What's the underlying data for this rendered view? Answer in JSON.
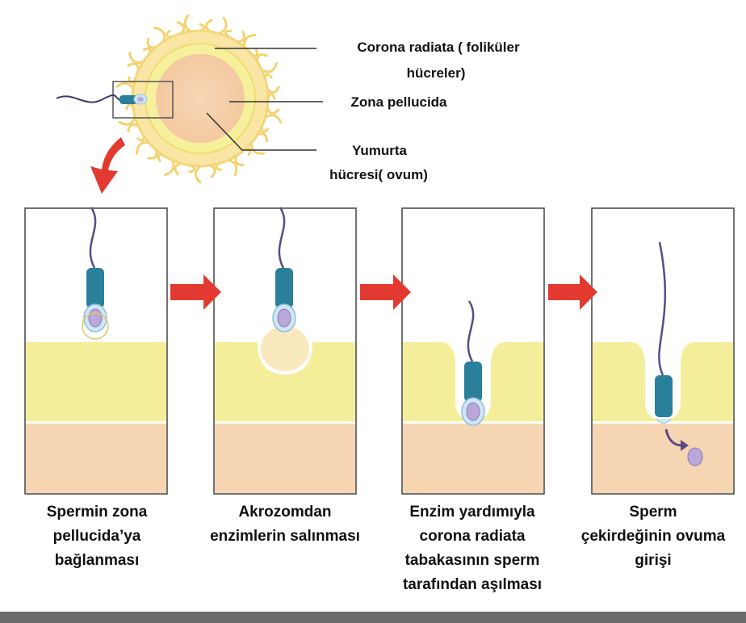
{
  "labels": {
    "corona_line1": "Corona radiata ( foliküler",
    "corona_line2": "hücreler)",
    "zona": "Zona pellucida",
    "ovum_line1": "Yumurta",
    "ovum_line2": "hücresi( ovum)"
  },
  "steps": [
    {
      "lines": [
        "Spermin zona",
        "pellucida’ya",
        "bağlanması"
      ]
    },
    {
      "lines": [
        "Akrozomdan",
        "enzimlerin salınması"
      ]
    },
    {
      "lines": [
        "Enzim yardımıyla",
        "corona radiata",
        "tabakasının sperm",
        "tarafından aşılması"
      ]
    },
    {
      "lines": [
        "Sperm",
        "çekirdeğinin ovuma",
        "girişi"
      ]
    }
  ],
  "colors": {
    "zona_yellow": "#f4ee9a",
    "cytoplasm_peach": "#f6d5b2",
    "sperm_teal": "#2a7f9a",
    "acrosome_blue": "#cfe6f4",
    "nucleus_purple": "#b9a8d8",
    "tail_purple": "#5a4b86",
    "arrow_red": "#e23a30",
    "corona_yellow": "#f8df8a"
  }
}
